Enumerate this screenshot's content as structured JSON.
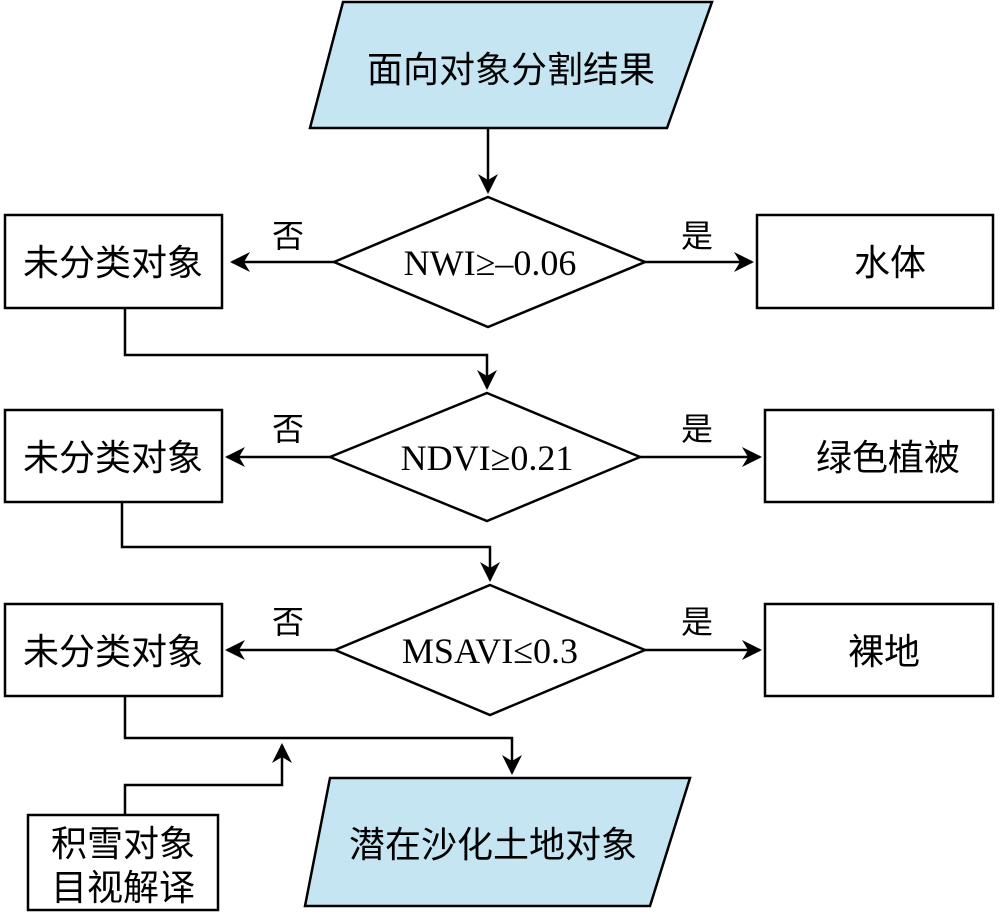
{
  "start": "面向对象分割结果",
  "yes_label": "是",
  "no_label": "否",
  "unclassified": "未分类对象",
  "decisions": [
    {
      "condition": "NWI≥–0.06",
      "yes_result": "水体"
    },
    {
      "condition": "NDVI≥0.21",
      "yes_result": "绿色植被"
    },
    {
      "condition": "MSAVI≤0.3",
      "yes_result": "裸地"
    }
  ],
  "manual": {
    "line1": "积雪对象",
    "line2": "目视解译"
  },
  "end": "潜在沙化土地对象",
  "colors": {
    "io_fill": "#c6e5f3",
    "stroke": "#000000"
  }
}
